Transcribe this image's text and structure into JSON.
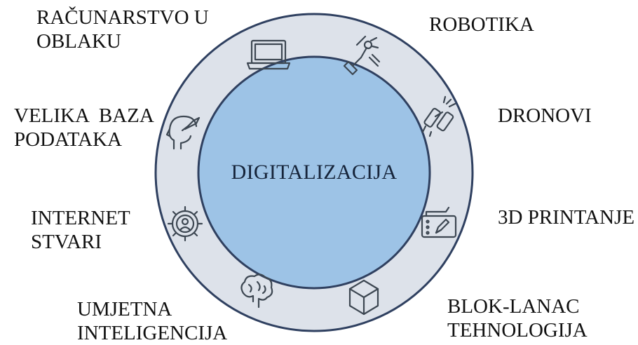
{
  "center": {
    "label": "DIGITALIZACIJA"
  },
  "topics": [
    {
      "lines": [
        "RAČUNARSTVO U",
        "OBLAKU"
      ],
      "icon": "laptop-icon"
    },
    {
      "lines": [
        "ROBOTIKA"
      ],
      "icon": "robot-arm-icon"
    },
    {
      "lines": [
        "VELIKA  BAZA",
        "PODATAKA"
      ],
      "icon": "head-data-icon"
    },
    {
      "lines": [
        "DRONOVI"
      ],
      "icon": "drone-icon"
    },
    {
      "lines": [
        "INTERNET",
        "STVARI"
      ],
      "icon": "gear-person-icon"
    },
    {
      "lines": [
        "3D PRINTANJE"
      ],
      "icon": "printer-icon"
    },
    {
      "lines": [
        "UMJETNA",
        "INTELIGENCIJA"
      ],
      "icon": "brain-icon"
    },
    {
      "lines": [
        "BLOK-LANAC",
        "TEHNOLOGIJA"
      ],
      "icon": "cube-icon"
    }
  ],
  "colors": {
    "outer_ring": "#dde2ea",
    "inner_circle": "#9dc3e6",
    "outline": "#2f4060",
    "text": "#111111"
  }
}
